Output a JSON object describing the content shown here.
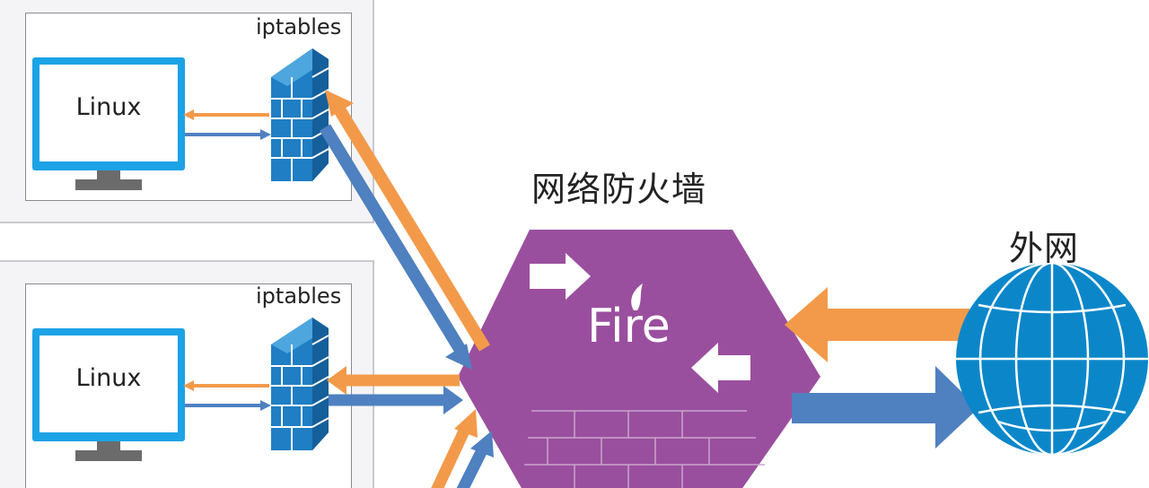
{
  "labels": {
    "firewall_title": "网络防火墙",
    "internet": "外网",
    "fire_logo": "Fire",
    "host_top": {
      "os": "Linux",
      "firewall": "iptables"
    },
    "host_bottom": {
      "os": "Linux",
      "firewall": "iptables"
    }
  },
  "colors": {
    "orange_arrow": "#f39a4a",
    "blue_arrow": "#4f80c0",
    "firewall_hexagon": "#9a4f9e",
    "globe": "#0b87c9",
    "monitor": "#1ca3e6",
    "monitor_stand": "#6b6b6b",
    "brick_wall": "#1f7ec4"
  },
  "icons": {
    "host_top_monitor": "monitor-icon",
    "host_top_wall": "brick-wall-icon",
    "host_bottom_monitor": "monitor-icon",
    "host_bottom_wall": "brick-wall-icon",
    "firewall": "hexagon-firewall-icon",
    "internet": "globe-icon"
  }
}
